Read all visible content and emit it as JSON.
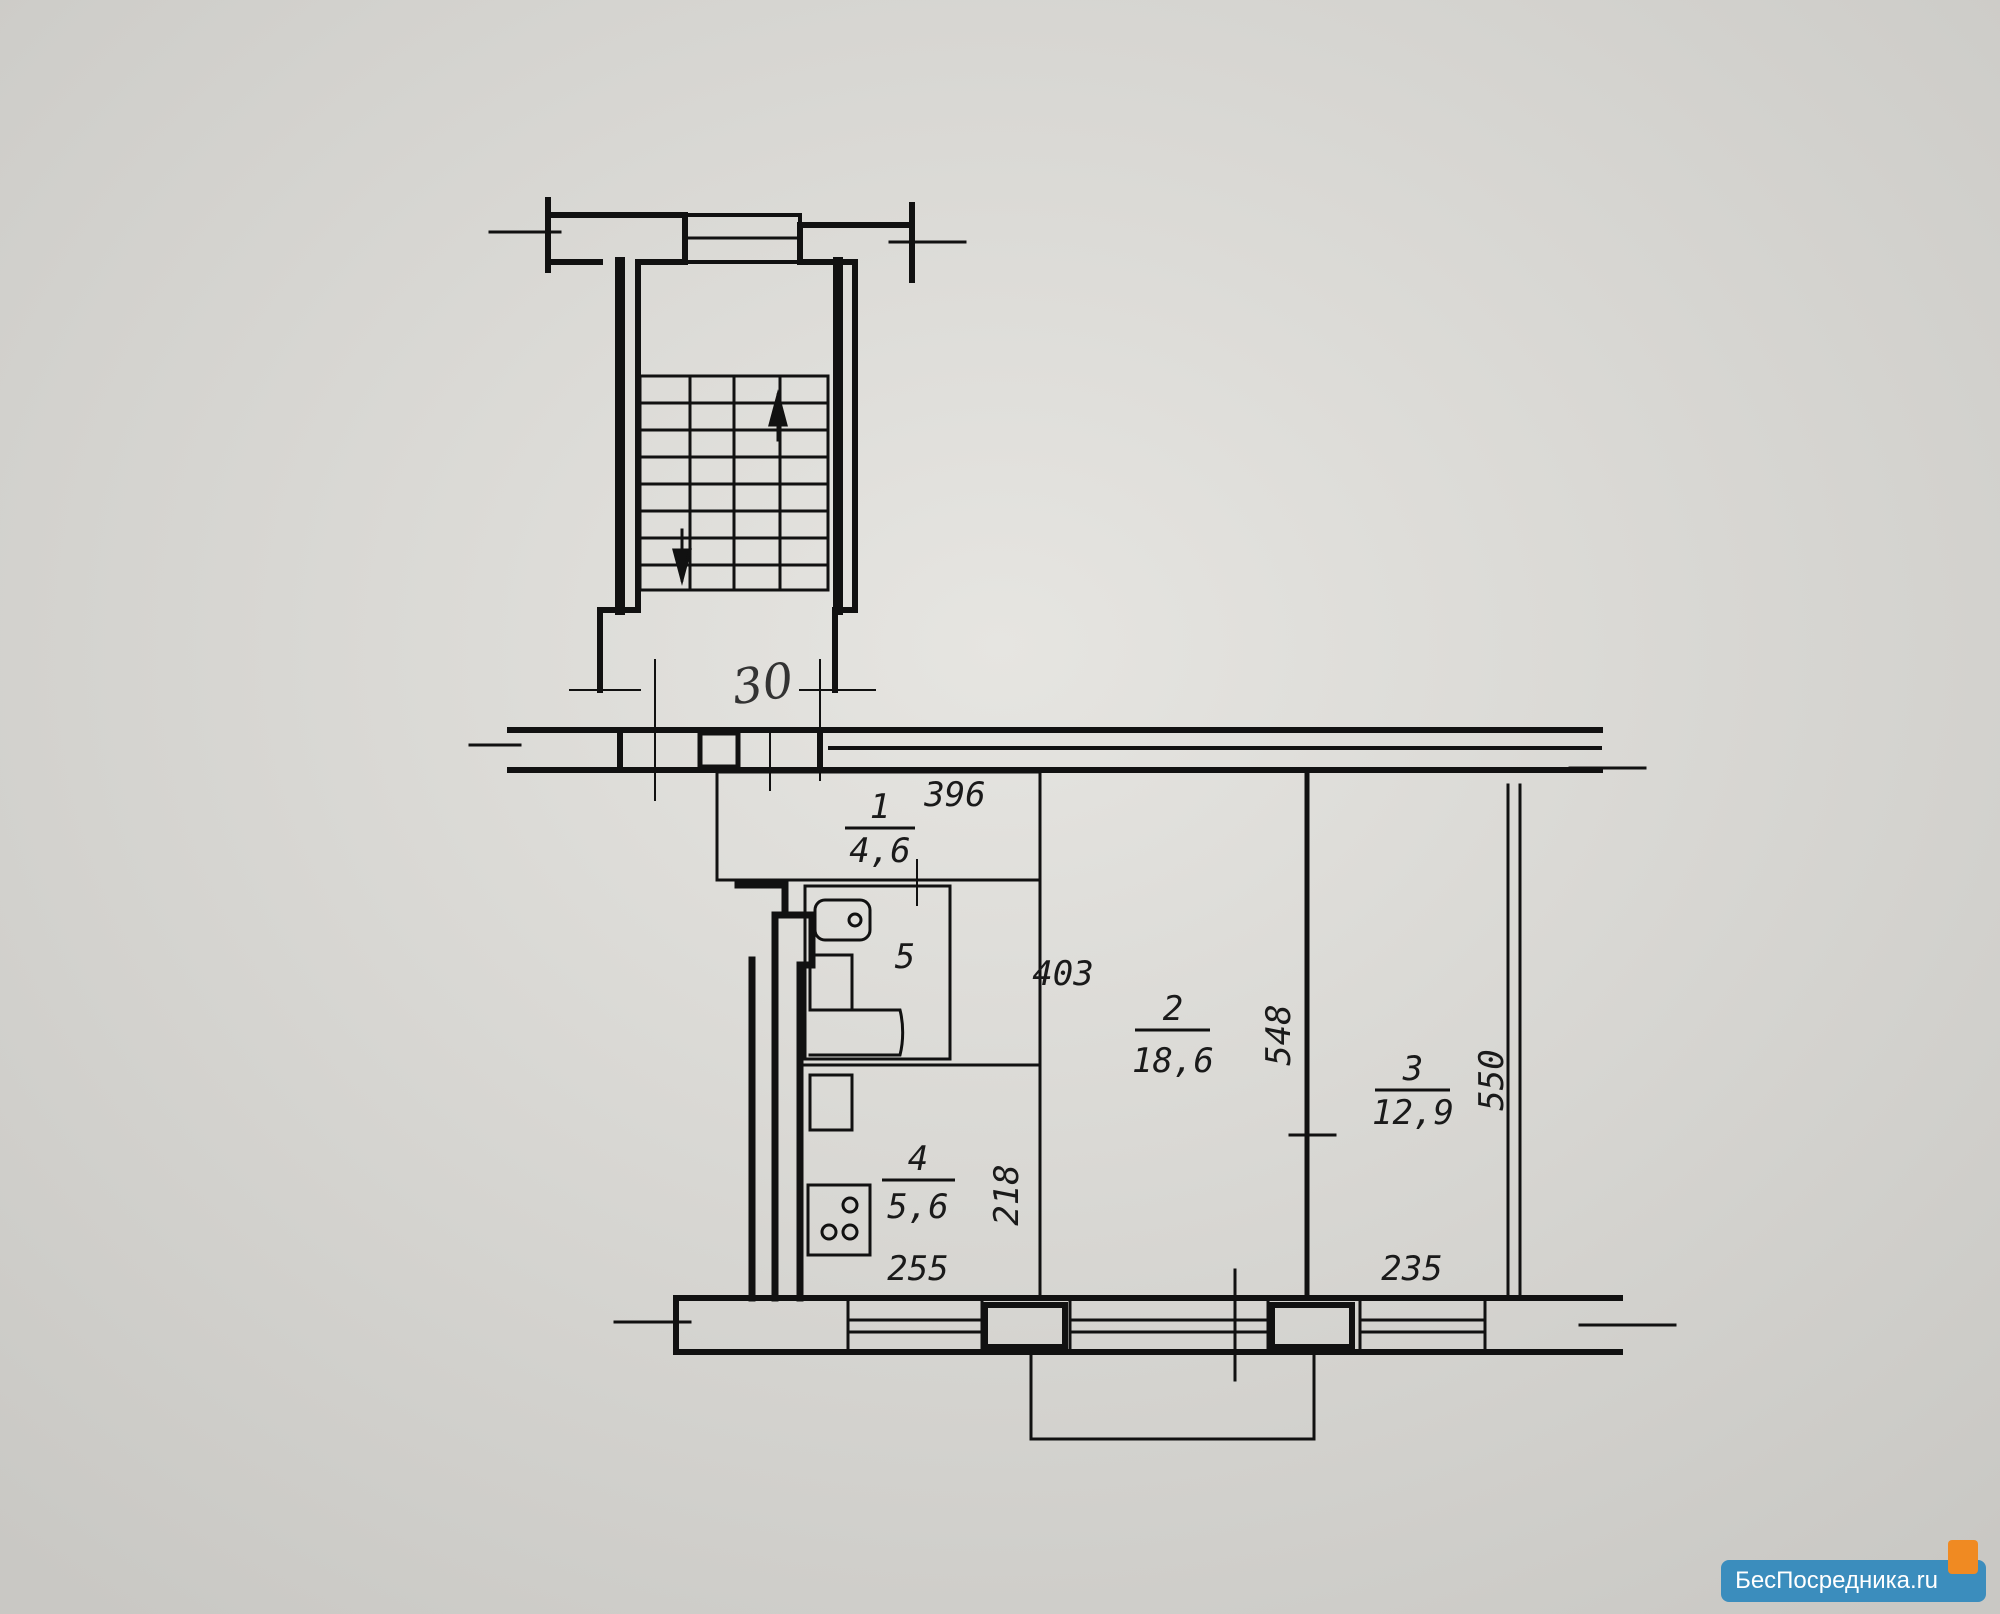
{
  "plan": {
    "stair_label": "30",
    "rooms": [
      {
        "number": "1",
        "area": "4,6"
      },
      {
        "number": "2",
        "area": "18,6"
      },
      {
        "number": "3",
        "area": "12,9"
      },
      {
        "number": "4",
        "area": "5,6"
      },
      {
        "number": "5"
      }
    ],
    "dimensions": {
      "d396": "396",
      "d403": "403",
      "d548": "548",
      "d550": "550",
      "d218": "218",
      "d255": "255",
      "d235": "235"
    }
  },
  "watermark": {
    "text": "БесПосредника",
    "suffix": ".ru"
  }
}
